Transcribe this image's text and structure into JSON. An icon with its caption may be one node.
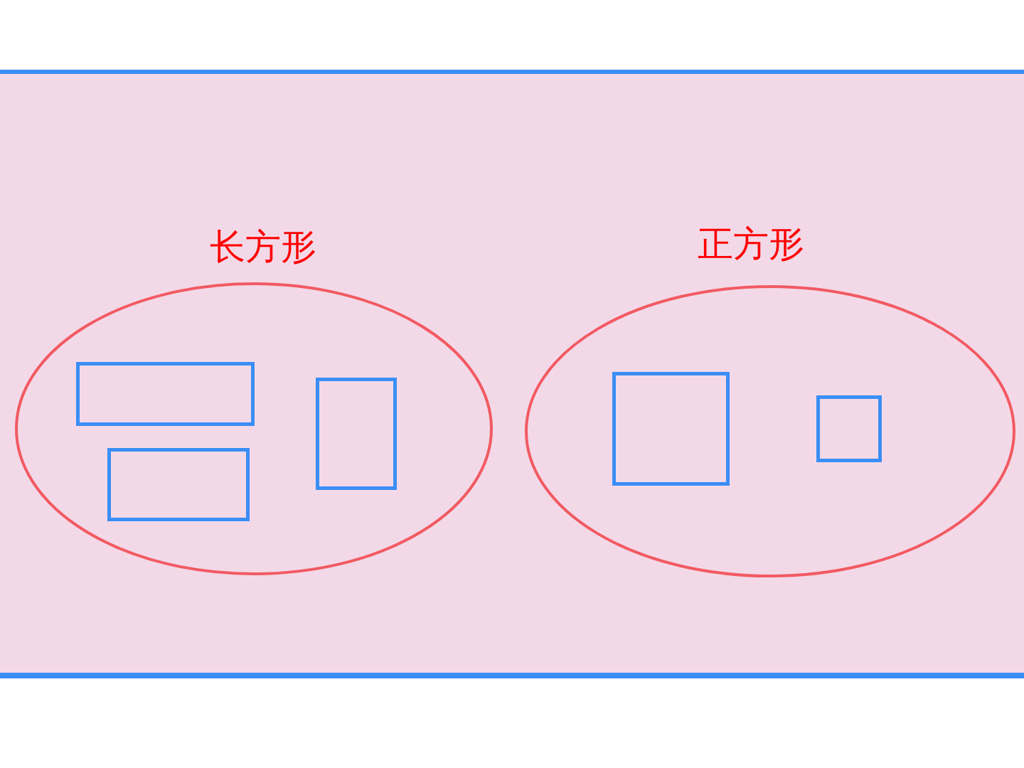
{
  "diagram": {
    "nodes": [
      {
        "text": [
          "长方形"
        ]
      },
      {
        "text": [],
        "shape": "box",
        "in": 0
      },
      {
        "text": [],
        "shape": "box",
        "in": 0
      },
      {
        "text": [],
        "shape": "box",
        "in": 0
      },
      {
        "text": [
          "正方形"
        ]
      },
      {
        "text": [],
        "shape": "box",
        "in": 4
      },
      {
        "text": [],
        "shape": "box",
        "in": 4
      }
    ]
  }
}
